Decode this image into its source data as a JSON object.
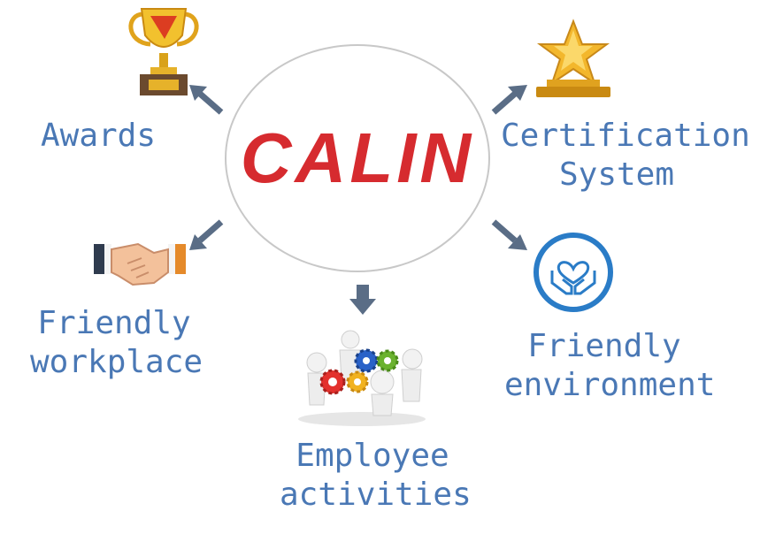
{
  "center": {
    "brand": "CALIN"
  },
  "nodes": {
    "awards": {
      "label": "Awards",
      "icon": "trophy-icon"
    },
    "certification": {
      "line1": "Certification",
      "line2": "System",
      "icon": "star-award-icon"
    },
    "workplace": {
      "line1": "Friendly",
      "line2": "workplace",
      "icon": "handshake-icon"
    },
    "environment": {
      "line1": "Friendly",
      "line2": "environment",
      "icon": "heart-hands-icon"
    },
    "activities": {
      "line1": "Employee",
      "line2": "activities",
      "icon": "gears-people-icon"
    }
  },
  "colors": {
    "label": "#4a78b5",
    "brand": "#d62b2f",
    "arrow": "#5a6d86",
    "circle": "#c8c8c8"
  }
}
